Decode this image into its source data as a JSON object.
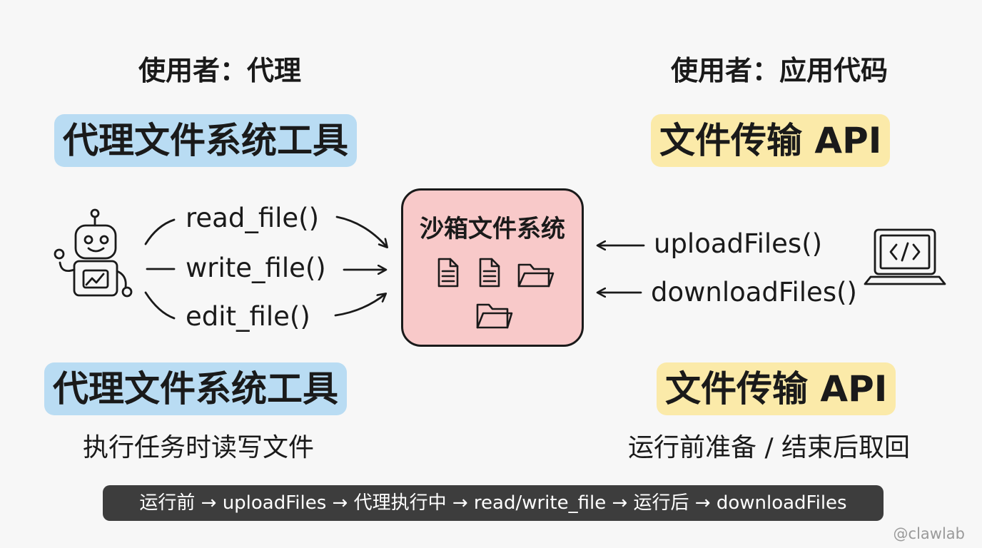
{
  "left": {
    "user_label": "使用者：代理",
    "title_top": "代理文件系统工具",
    "methods": [
      "read_file()",
      "write_file()",
      "edit_file()"
    ],
    "title_bottom": "代理文件系统工具",
    "description": "执行任务时读写文件"
  },
  "right": {
    "user_label": "使用者：应用代码",
    "title_top": "文件传输 API",
    "methods": [
      "uploadFiles()",
      "downloadFiles()"
    ],
    "title_bottom": "文件传输 API",
    "description": "运行前准备 / 结束后取回"
  },
  "sandbox": {
    "title": "沙箱文件系统"
  },
  "icons": {
    "agent": "robot-icon",
    "app": "laptop-code-icon",
    "files": [
      "document-icon",
      "document-icon",
      "folder-icon",
      "folder-icon"
    ]
  },
  "flow": "运行前 → uploadFiles → 代理执行中 → read/write_file → 运行后 → downloadFiles",
  "watermark": "@clawlab",
  "colors": {
    "agent_title_bg": "#b9dcf3",
    "api_title_bg": "#fbeaa9",
    "sandbox_bg": "#f8c9c9",
    "flow_bar_bg": "#3d3d3d"
  }
}
